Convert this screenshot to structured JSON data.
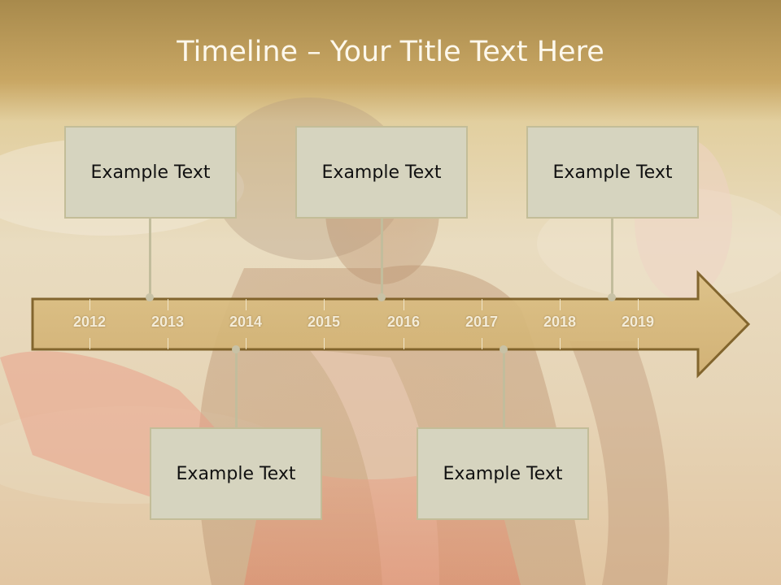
{
  "slide": {
    "title": "Timeline – Your Title Text Here"
  },
  "timeline": {
    "years": [
      "2012",
      "2013",
      "2014",
      "2015",
      "2016",
      "2017",
      "2018",
      "2019"
    ],
    "events": [
      {
        "label": "Example Text",
        "position": "above"
      },
      {
        "label": "Example Text",
        "position": "above"
      },
      {
        "label": "Example Text",
        "position": "above"
      },
      {
        "label": "Example Text",
        "position": "below"
      },
      {
        "label": "Example Text",
        "position": "below"
      }
    ]
  },
  "colors": {
    "arrow_fill": "#d9bb78",
    "arrow_stroke": "#7a5c22",
    "box_fill": "#d6d4bf",
    "box_border": "#c3bd98",
    "title_color": "#fdf8ec"
  }
}
